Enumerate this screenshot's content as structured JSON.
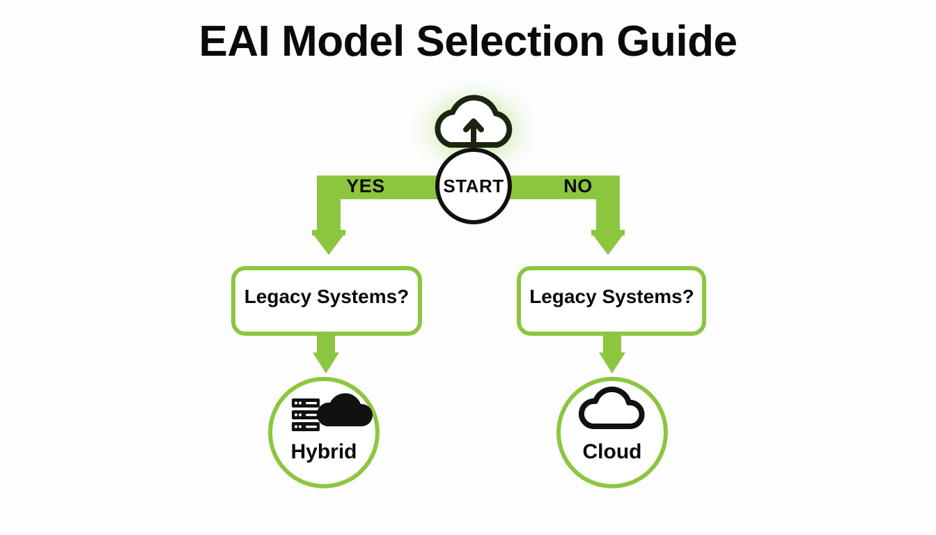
{
  "title": "EAI Model Selection Guide",
  "theme": {
    "background": "#fdfdfe",
    "accent_green": "#8cc63f",
    "glow_green": "#8cc63f",
    "ink": "#0a0a0a"
  },
  "diagram": {
    "type": "flowchart",
    "start_node": {
      "label": "START",
      "icon": "cloud-upload-icon",
      "shape": "circle",
      "outline_color": "#111111",
      "glow": true
    },
    "branches": [
      {
        "id": "yes",
        "label": "YES",
        "direction": "left",
        "connector_color": "#8cc63f"
      },
      {
        "id": "no",
        "label": "NO",
        "direction": "right",
        "connector_color": "#8cc63f"
      }
    ],
    "decisions": [
      {
        "id": "left-decision",
        "label": "Legacy Systems?",
        "shape": "rounded-rect",
        "border_color": "#8cc63f"
      },
      {
        "id": "right-decision",
        "label": "Legacy Systems?",
        "shape": "rounded-rect",
        "border_color": "#8cc63f"
      }
    ],
    "outcomes": [
      {
        "id": "hybrid",
        "label": "Hybrid",
        "icon": "server-cloud-icon",
        "shape": "circle",
        "ring_color": "#8cc63f"
      },
      {
        "id": "cloud",
        "label": "Cloud",
        "icon": "cloud-outline-icon",
        "shape": "circle",
        "ring_color": "#8cc63f"
      }
    ]
  }
}
